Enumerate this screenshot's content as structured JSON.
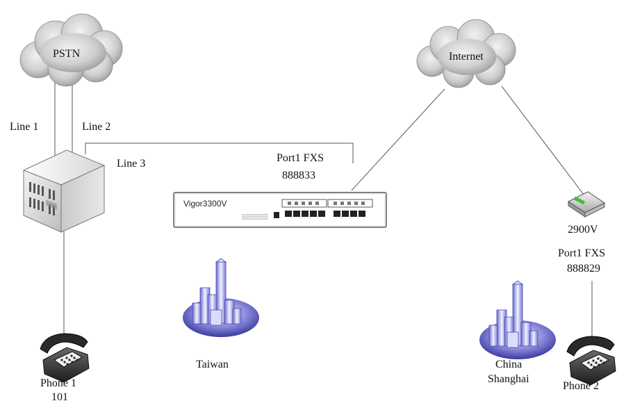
{
  "clouds": {
    "pstn": "PSTN",
    "internet": "Internet"
  },
  "lines": {
    "line1": "Line 1",
    "line2": "Line 2",
    "line3": "Line 3"
  },
  "vigor3300": {
    "model": "Vigor3300V",
    "port_label": "Port1 FXS",
    "port_number": "888833"
  },
  "router2900": {
    "model": "2900V",
    "port_label": "Port1 FXS",
    "port_number": "888829"
  },
  "phones": {
    "phone1": {
      "name": "Phone 1",
      "extension": "101"
    },
    "phone2": {
      "name": "Phone 2"
    }
  },
  "locations": {
    "taiwan": "Taiwan",
    "china_line1": "China",
    "china_line2": "Shanghai"
  },
  "icons": [
    "cloud-icon",
    "pbx-icon",
    "router-rack-icon",
    "router-icon",
    "telephone-icon",
    "city-icon"
  ]
}
